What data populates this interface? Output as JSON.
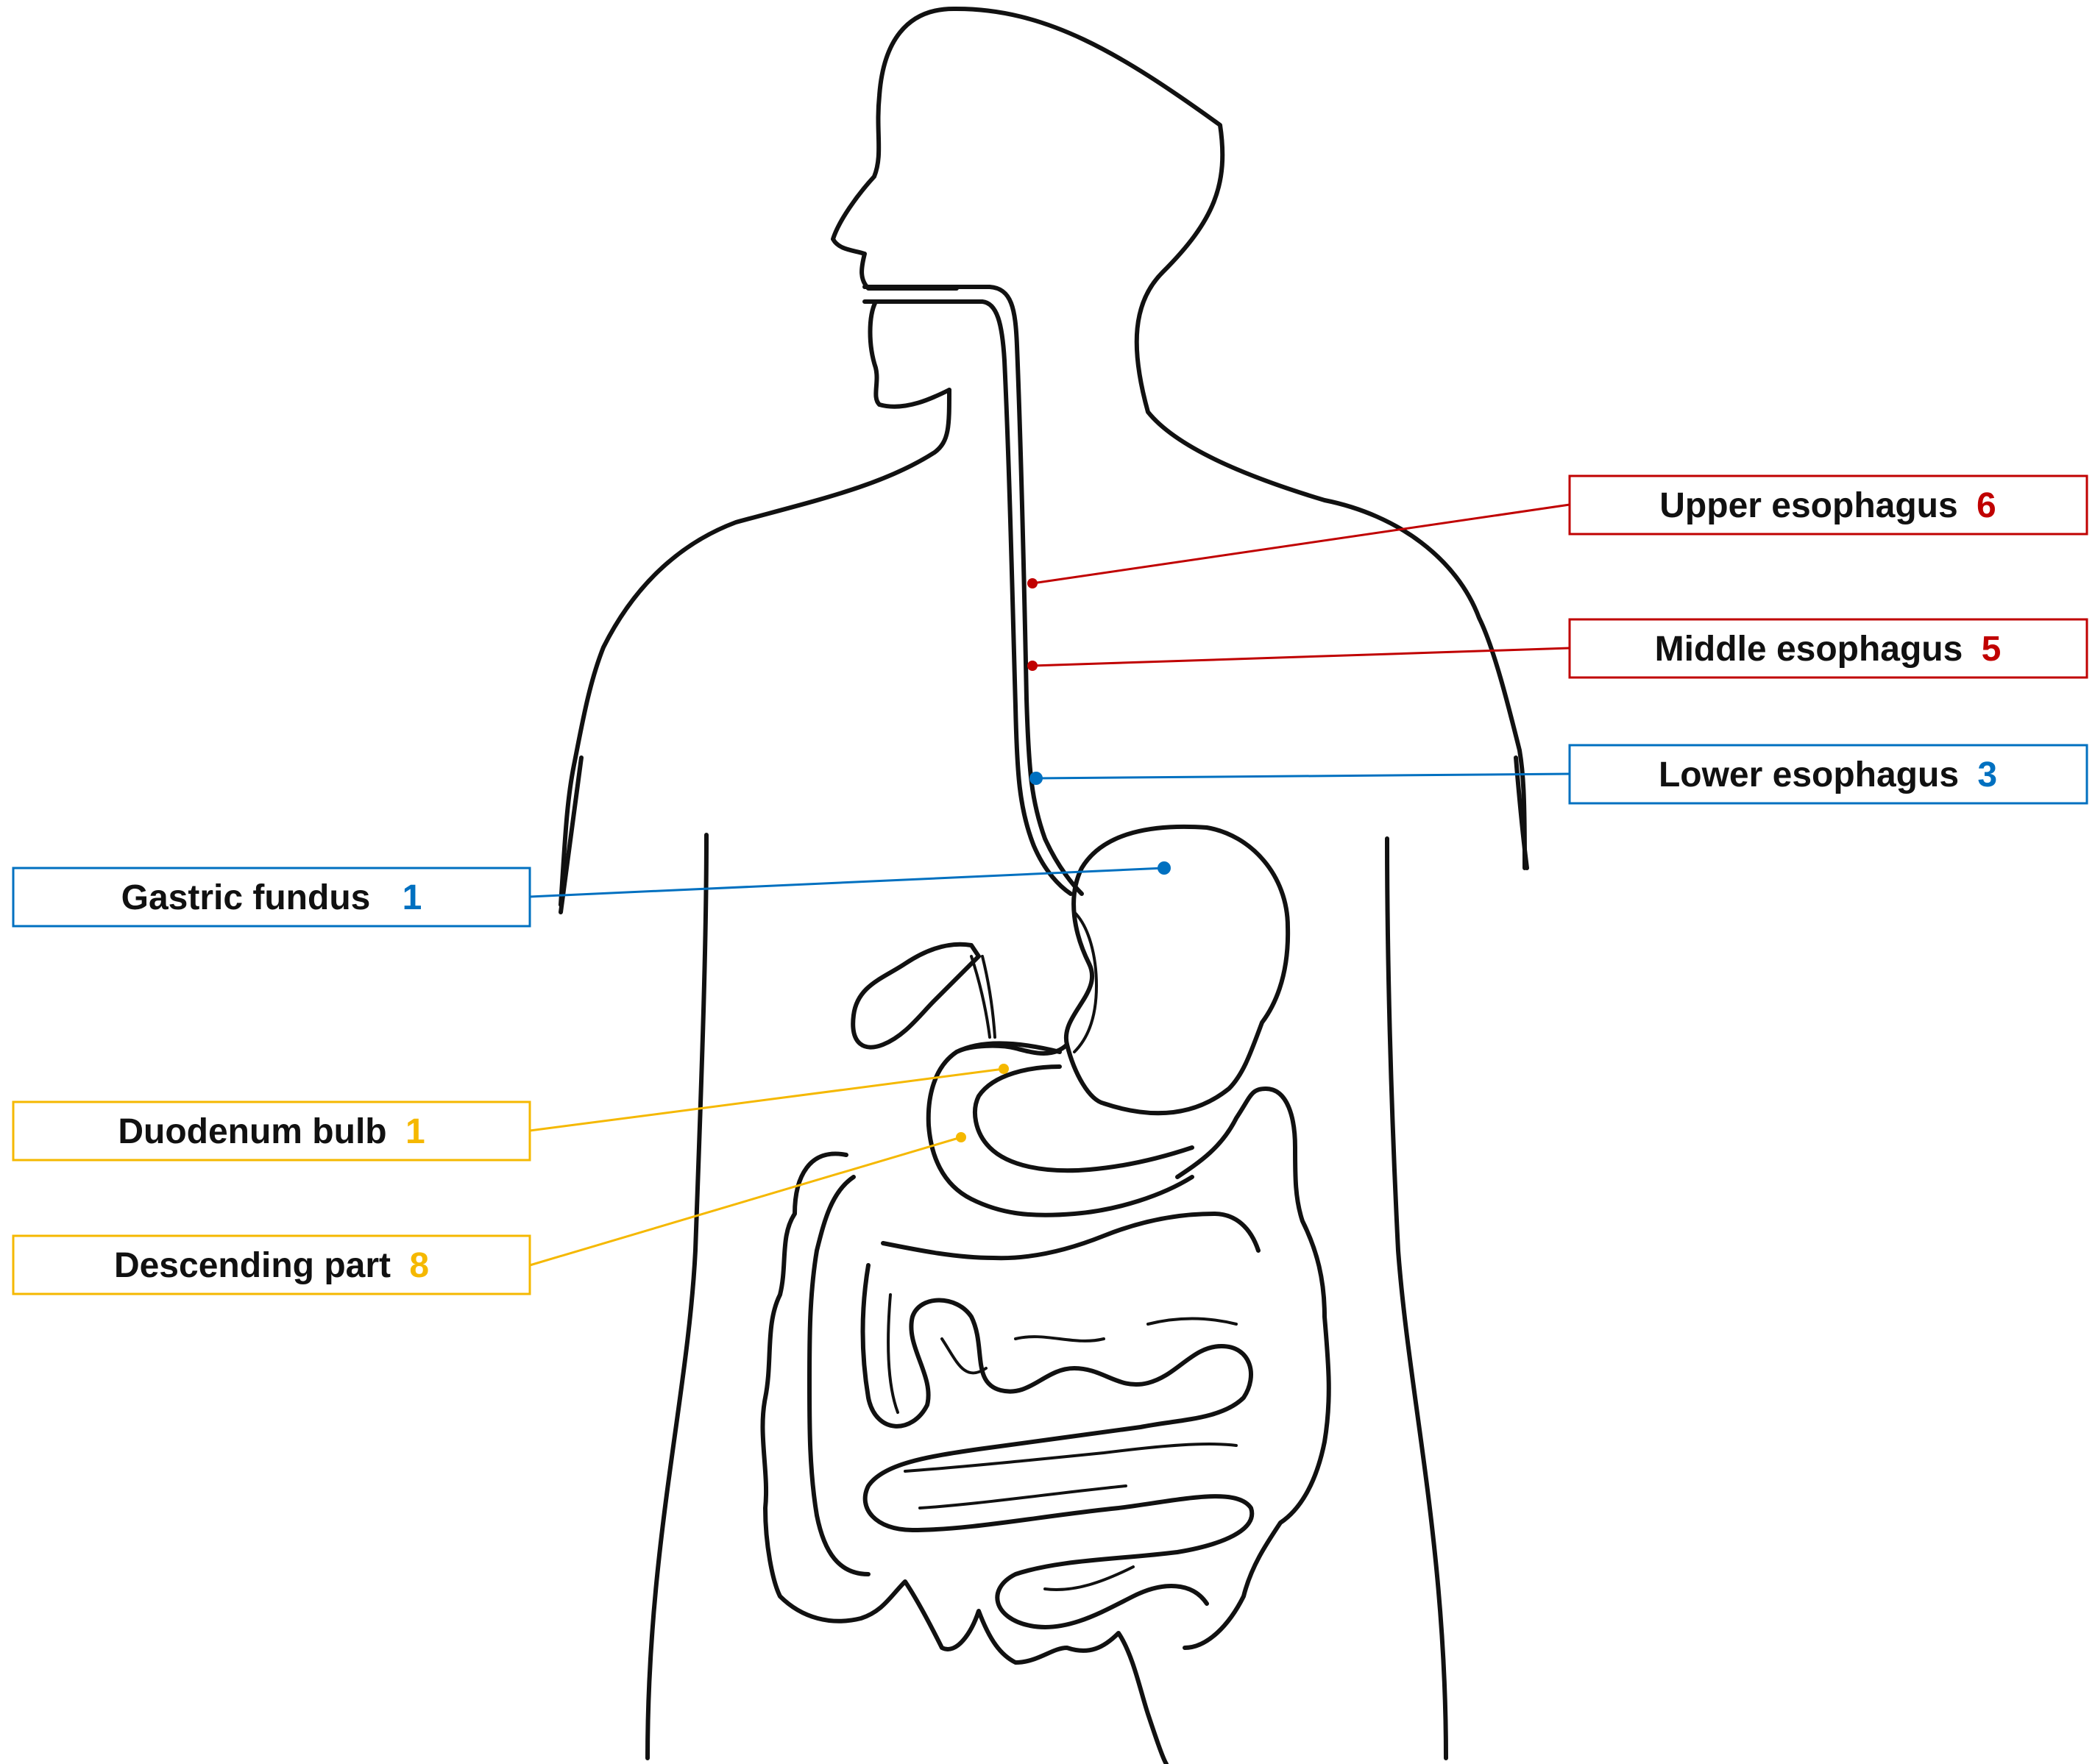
{
  "colors": {
    "red": "#c00000",
    "blue": "#0070c0",
    "yellow": "#f5b800",
    "text": "#111111"
  },
  "labels": [
    {
      "id": "upper-esophagus",
      "text": "Upper esophagus",
      "count": "6",
      "color": "red"
    },
    {
      "id": "middle-esophagus",
      "text": "Middle esophagus",
      "count": "5",
      "color": "red"
    },
    {
      "id": "lower-esophagus",
      "text": "Lower esophagus",
      "count": "3",
      "color": "blue"
    },
    {
      "id": "gastric-fundus",
      "text": "Gastric fundus",
      "count": "1",
      "color": "blue"
    },
    {
      "id": "duodenum-bulb",
      "text": "Duodenum bulb",
      "count": "1",
      "color": "yellow"
    },
    {
      "id": "descending-part",
      "text": "Descending part",
      "count": "8",
      "color": "yellow"
    }
  ]
}
